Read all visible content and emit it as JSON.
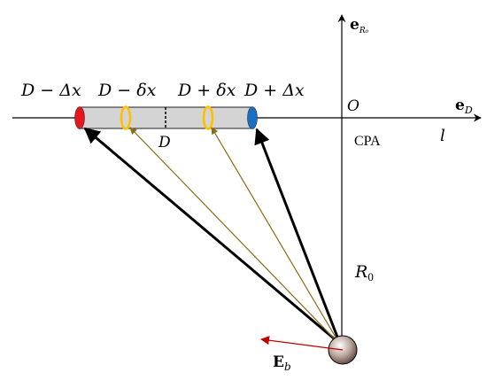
{
  "labels": {
    "d_minus_Delta": "D − Δx",
    "d_minus_delta": "D − δx",
    "d_plus_delta": "D + δx",
    "d_plus_Delta": "D + Δx",
    "d_center": "D",
    "origin": "O",
    "cpa": "CPA",
    "l": "l",
    "r0": "R",
    "r0_sub": "0",
    "e_d": "e",
    "e_d_sub": "D",
    "e_r0": "e",
    "e_r0_sub": "R₀",
    "e_b": "E",
    "e_b_sub": "b"
  },
  "colors": {
    "segment_fill": "#d4d4d4",
    "cap_far": "#e8141c",
    "cap_inner": "#ffc000",
    "cap_near": "#1a6fc2",
    "inner_arrows": "#8b6b14",
    "field_arrow": "#c00000",
    "particle": "#a08b83"
  }
}
